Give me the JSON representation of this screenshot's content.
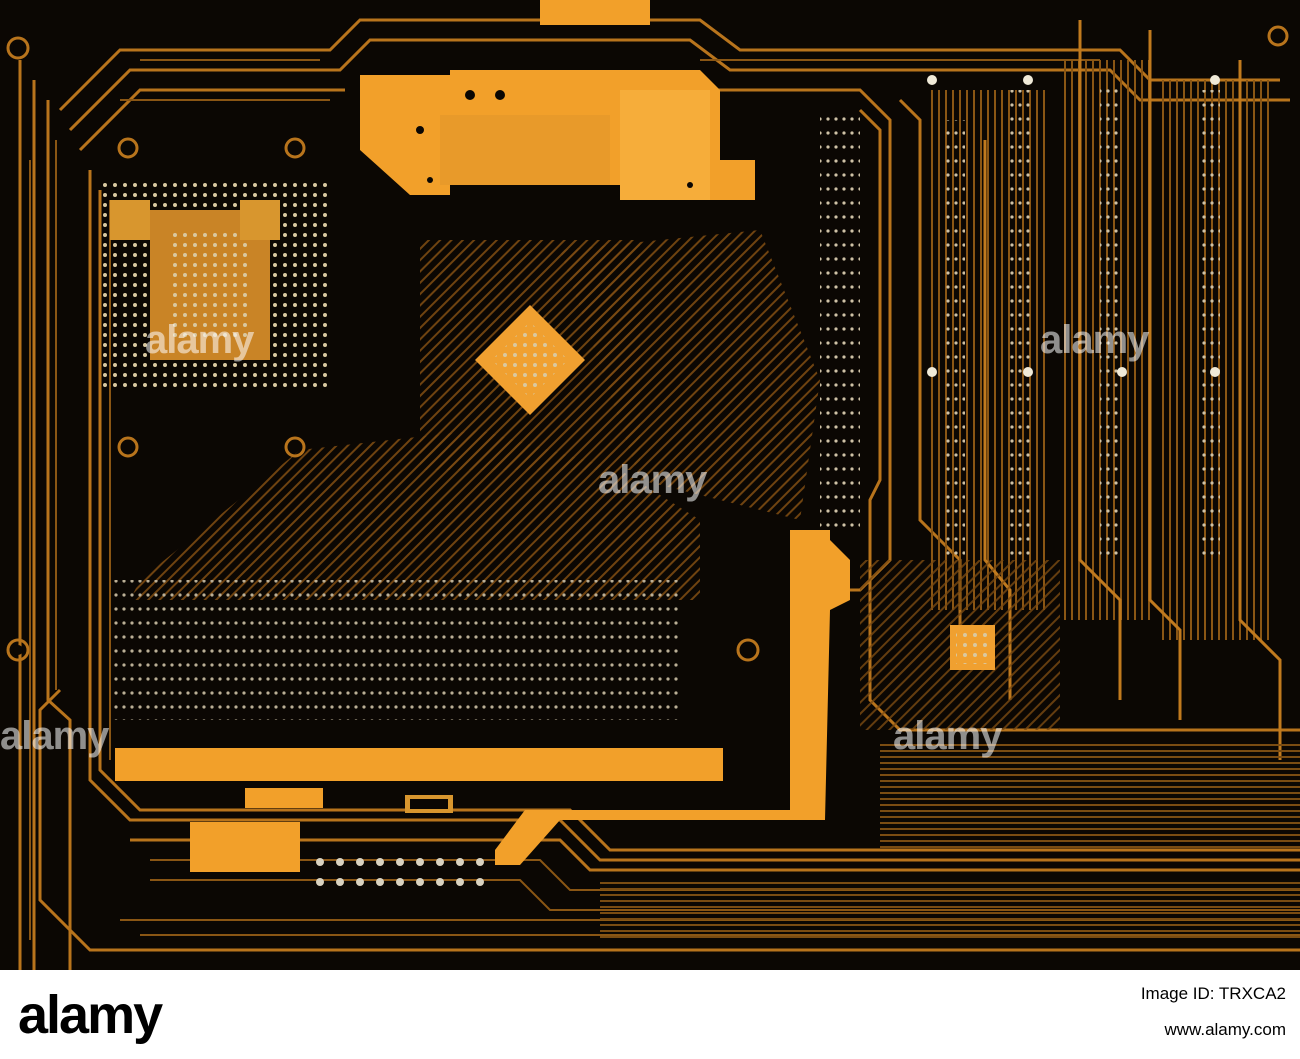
{
  "watermark": {
    "text": "alamy"
  },
  "footer": {
    "logo": "alamy",
    "image_id": "Image ID: TRXCA2",
    "site": "www.alamy.com"
  },
  "colors": {
    "board": "#0b0703",
    "copper_bright": "#f2a02a",
    "copper_mid": "#b8741c",
    "copper_dark": "#6a4210",
    "pad": "#d9d2c0"
  }
}
